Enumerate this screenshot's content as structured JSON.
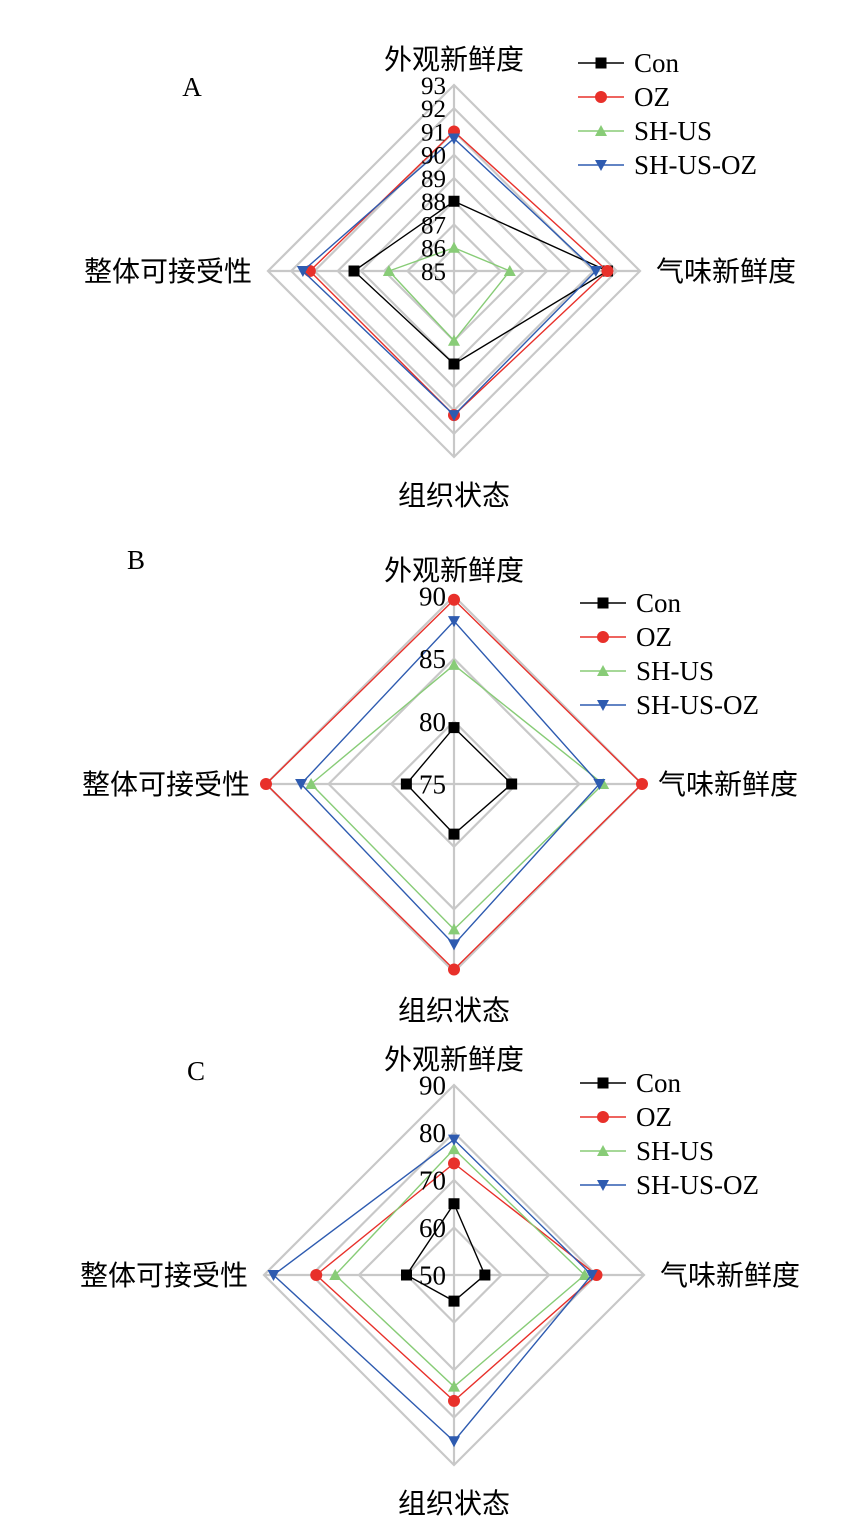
{
  "chart_data": [
    {
      "type": "radar",
      "panel_label": "A",
      "axes": [
        "外观新鲜度",
        "气味新鲜度",
        "组织状态",
        "整体可接受性"
      ],
      "ticks": [
        "85",
        "86",
        "87",
        "88",
        "89",
        "90",
        "91",
        "92",
        "93"
      ],
      "range": [
        85,
        93
      ],
      "grid": true,
      "legend_position": "top-right",
      "series": [
        {
          "name": "Con",
          "color": "#000000",
          "marker": "square",
          "values": [
            88.0,
            91.6,
            89.0,
            89.3
          ]
        },
        {
          "name": "OZ",
          "color": "#e8302a",
          "marker": "circle",
          "values": [
            91.0,
            91.6,
            91.2,
            91.2
          ]
        },
        {
          "name": "SH-US",
          "color": "#88cc77",
          "marker": "triangle-up",
          "values": [
            86.0,
            87.4,
            88.0,
            87.8
          ]
        },
        {
          "name": "SH-US-OZ",
          "color": "#2e5bb0",
          "marker": "triangle-down",
          "values": [
            90.7,
            91.1,
            91.2,
            91.5
          ]
        }
      ]
    },
    {
      "type": "radar",
      "panel_label": "B",
      "axes": [
        "外观新鲜度",
        "气味新鲜度",
        "组织状态",
        "整体可接受性"
      ],
      "ticks": [
        "75",
        "80",
        "85",
        "90"
      ],
      "range": [
        75,
        90
      ],
      "grid": true,
      "legend_position": "top-right",
      "series": [
        {
          "name": "Con",
          "color": "#000000",
          "marker": "square",
          "values": [
            79.5,
            79.6,
            79.0,
            78.8
          ]
        },
        {
          "name": "OZ",
          "color": "#e8302a",
          "marker": "circle",
          "values": [
            89.7,
            90.0,
            89.8,
            90.0
          ]
        },
        {
          "name": "SH-US",
          "color": "#88cc77",
          "marker": "triangle-up",
          "values": [
            84.5,
            86.9,
            86.6,
            86.4
          ]
        },
        {
          "name": "SH-US-OZ",
          "color": "#2e5bb0",
          "marker": "triangle-down",
          "values": [
            88.0,
            86.6,
            87.8,
            87.2
          ]
        }
      ]
    },
    {
      "type": "radar",
      "panel_label": "C",
      "axes": [
        "外观新鲜度",
        "气味新鲜度",
        "组织状态",
        "整体可接受性"
      ],
      "ticks": [
        "50",
        "60",
        "70",
        "80",
        "90"
      ],
      "range": [
        50,
        90
      ],
      "grid": true,
      "legend_position": "top-right",
      "series": [
        {
          "name": "Con",
          "color": "#000000",
          "marker": "square",
          "values": [
            65.0,
            56.5,
            55.5,
            60.0
          ]
        },
        {
          "name": "OZ",
          "color": "#e8302a",
          "marker": "circle",
          "values": [
            73.5,
            80.0,
            76.5,
            79.0
          ]
        },
        {
          "name": "SH-US",
          "color": "#88cc77",
          "marker": "triangle-up",
          "values": [
            76.5,
            77.5,
            73.5,
            75.0
          ]
        },
        {
          "name": "SH-US-OZ",
          "color": "#2e5bb0",
          "marker": "triangle-down",
          "values": [
            78.5,
            79.0,
            85.0,
            88.0
          ]
        }
      ]
    }
  ]
}
